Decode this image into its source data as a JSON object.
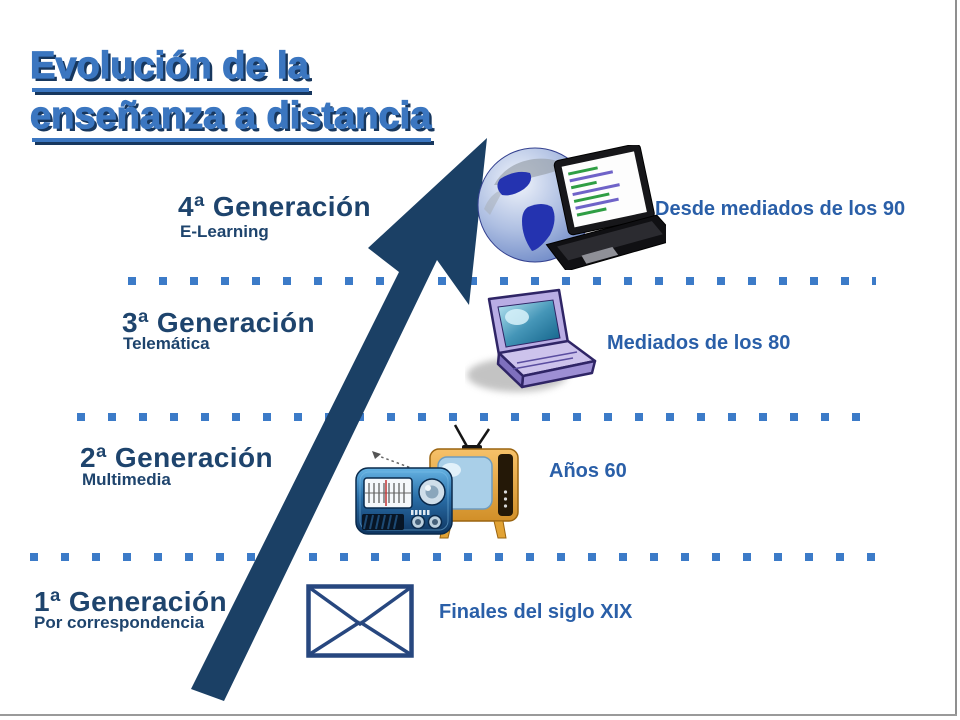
{
  "title": {
    "line1": "Evolución de la",
    "line2": "enseñanza a distancia"
  },
  "generations": [
    {
      "name": "4ª Generación",
      "label": "E-Learning",
      "period": "Desde mediados de los 90",
      "icon": "globe-laptop"
    },
    {
      "name": "3ª Generación",
      "label": "Telemática",
      "period": "Mediados de los 80",
      "icon": "retro-laptop"
    },
    {
      "name": "2ª Generación",
      "label": "Multimedia",
      "period": "Años 60",
      "icon": "radio-tv"
    },
    {
      "name": "1ª Generación",
      "label": "Por correspondencia",
      "period": "Finales del siglo XIX",
      "icon": "envelope"
    }
  ],
  "colors": {
    "title_blue": "#3b76c0",
    "title_shadow_navy": "#17375e",
    "heading_navy": "#1e446d",
    "period_blue": "#2a5fa8",
    "dot_blue": "#3c7bc8",
    "arrow_navy": "#1b4065",
    "frame_gray": "#8f8f8f"
  }
}
